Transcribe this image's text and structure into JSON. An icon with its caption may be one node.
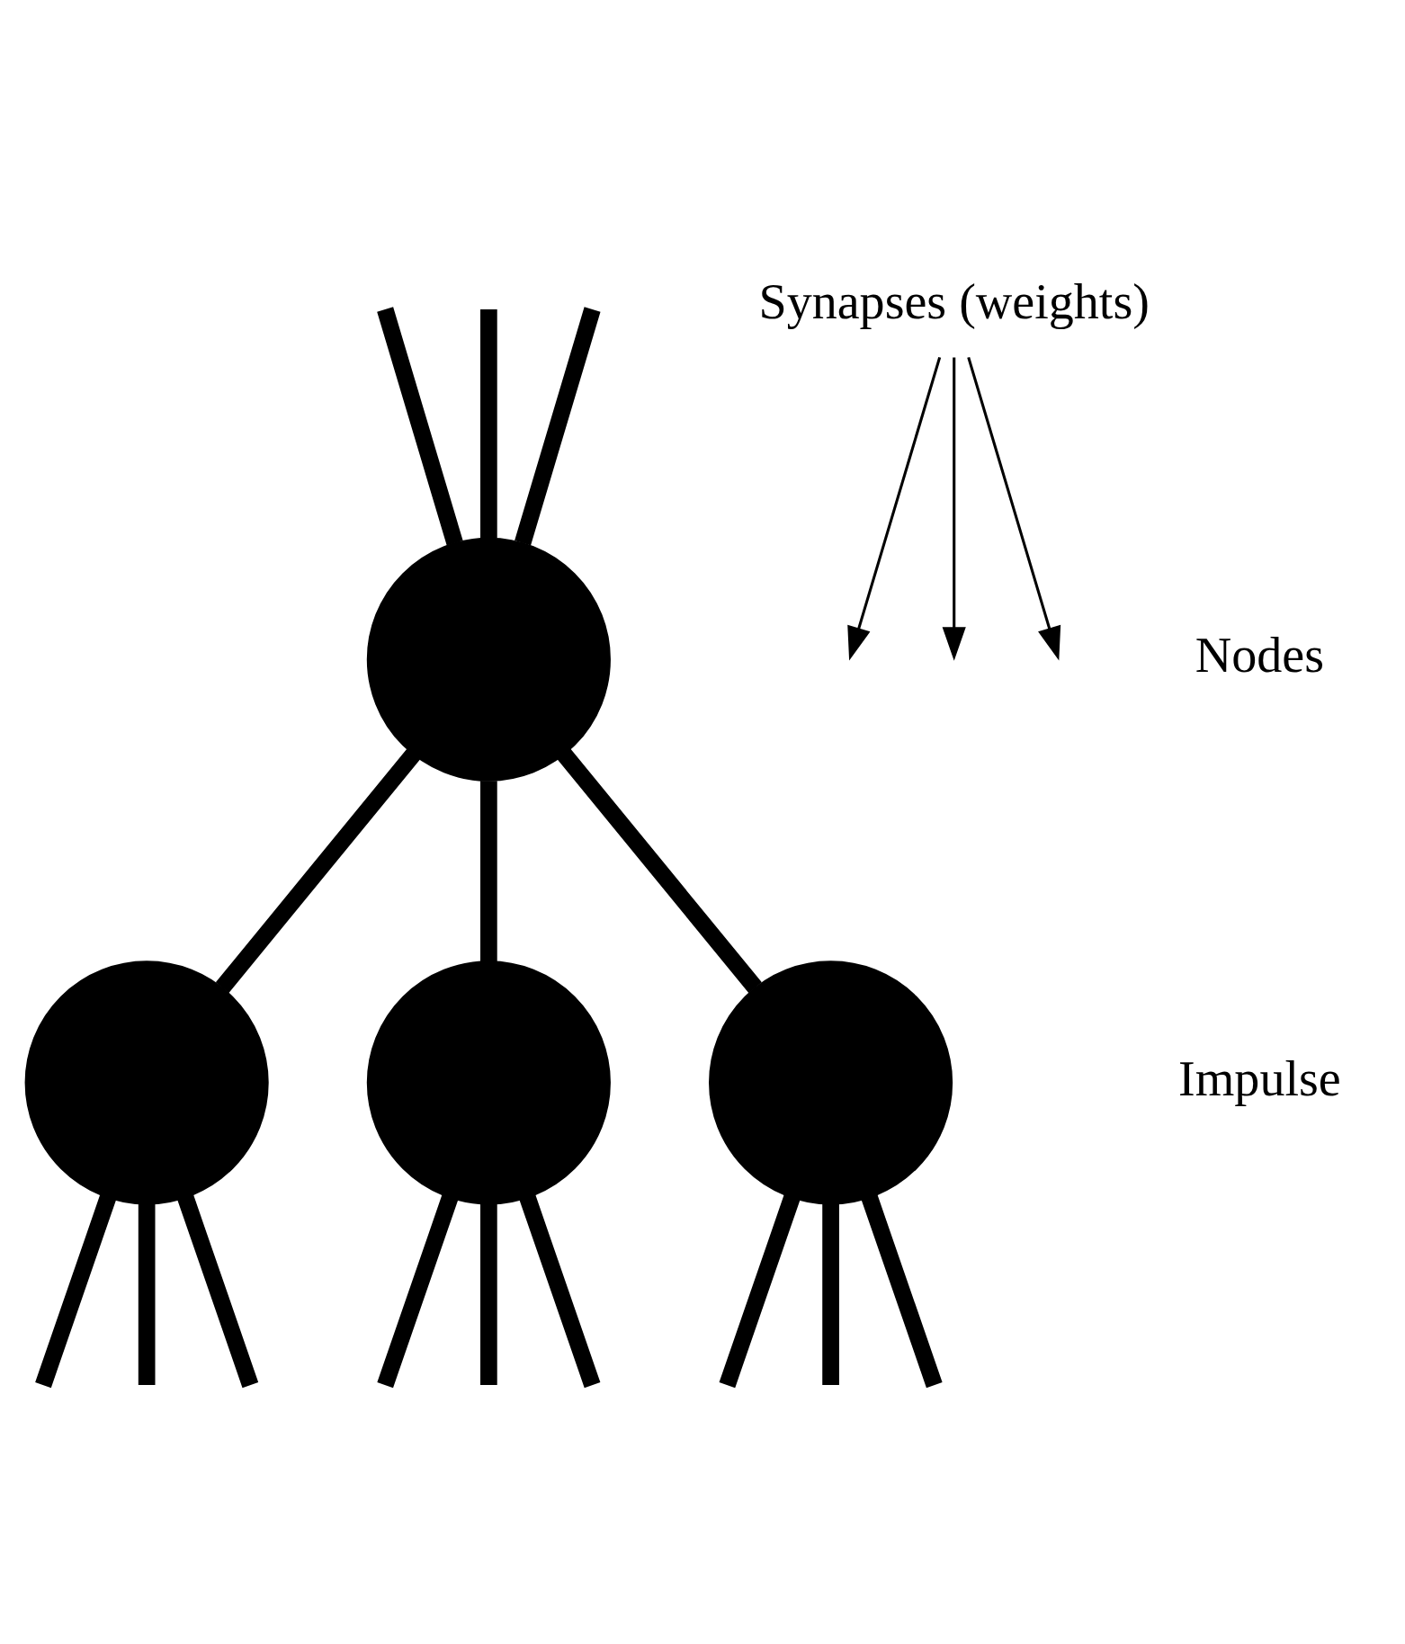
{
  "diagram": {
    "nodes": [
      {
        "text": [],
        "shape": "circle"
      },
      {
        "text": [
          "Synapses (weights)"
        ]
      },
      {
        "text": [],
        "shape": "circle"
      },
      {
        "text": [],
        "shape": "circle"
      },
      {
        "text": [],
        "shape": "circle"
      }
    ],
    "edges": [
      {
        "from": null,
        "to": 0,
        "arrow": "none"
      },
      {
        "from": null,
        "to": 0,
        "arrow": "none"
      },
      {
        "from": null,
        "to": 0,
        "arrow": "none"
      },
      {
        "from": 0,
        "to": 2,
        "arrow": "none"
      },
      {
        "from": 0,
        "to": 3,
        "arrow": "none"
      },
      {
        "from": 0,
        "to": 4,
        "arrow": "none"
      },
      {
        "from": 1,
        "to": null,
        "arrow": "to"
      },
      {
        "from": 1,
        "to": null,
        "arrow": "to"
      },
      {
        "from": 1,
        "to": null,
        "arrow": "to"
      },
      {
        "from": 2,
        "to": null,
        "arrow": "none"
      },
      {
        "from": 2,
        "to": null,
        "arrow": "none"
      },
      {
        "from": 2,
        "to": null,
        "arrow": "none"
      },
      {
        "from": 3,
        "to": null,
        "arrow": "none"
      },
      {
        "from": 3,
        "to": null,
        "arrow": "none"
      },
      {
        "from": 3,
        "to": null,
        "arrow": "none"
      },
      {
        "from": 4,
        "to": null,
        "arrow": "none"
      },
      {
        "from": 4,
        "to": null,
        "arrow": "none"
      },
      {
        "from": 4,
        "to": null,
        "arrow": "none"
      }
    ],
    "labels": [
      "Nodes",
      "Impulse"
    ]
  }
}
